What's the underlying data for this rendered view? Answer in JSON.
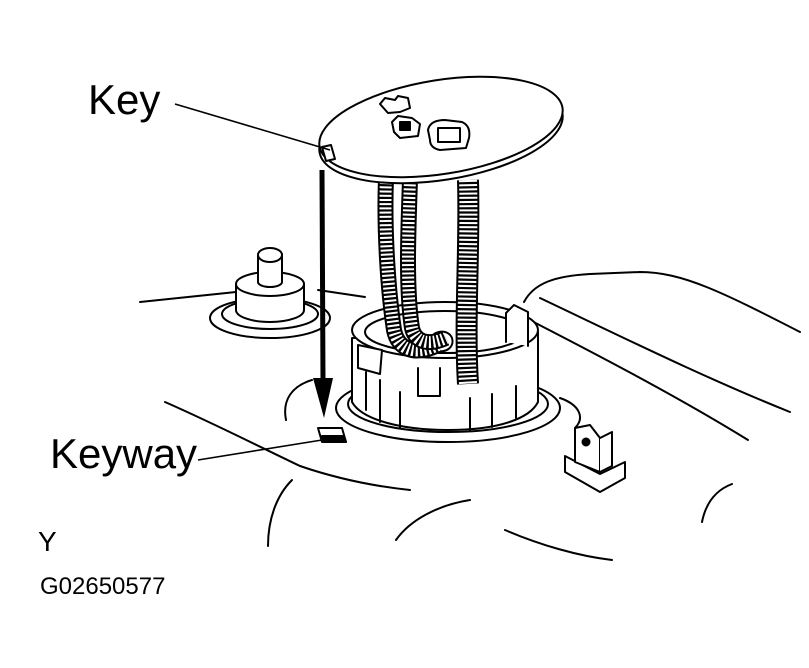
{
  "diagram": {
    "labels": {
      "key": "Key",
      "keyway": "Keyway"
    },
    "view_letter": "Y",
    "figure_code": "G02650577"
  },
  "colors": {
    "line": "#000000",
    "background": "#ffffff"
  }
}
